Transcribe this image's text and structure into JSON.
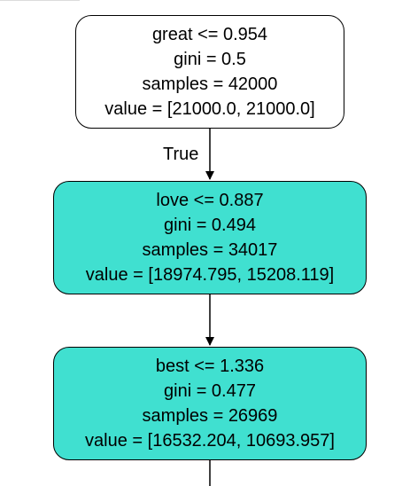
{
  "tree": {
    "nodes": [
      {
        "condition": "great <= 0.954",
        "gini": "gini = 0.5",
        "samples": "samples = 42000",
        "value": "value = [21000.0, 21000.0]",
        "fill": "#ffffff"
      },
      {
        "condition": "love <= 0.887",
        "gini": "gini = 0.494",
        "samples": "samples = 34017",
        "value": "value = [18974.795, 15208.119]",
        "fill": "#40e0d0"
      },
      {
        "condition": "best <= 1.336",
        "gini": "gini = 0.477",
        "samples": "samples = 26969",
        "value": "value = [16532.204, 10693.957]",
        "fill": "#40e0d0"
      }
    ],
    "edge_labels": {
      "root_to_left": "True"
    }
  }
}
